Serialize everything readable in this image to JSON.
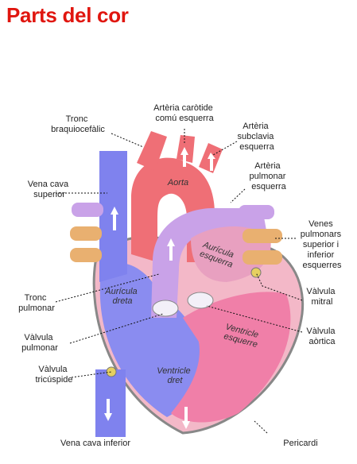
{
  "title": "Parts del cor",
  "labels": {
    "tronc_braquiocefalic": [
      "Tronc",
      "braquiocefàlic"
    ],
    "arteria_carotide": [
      "Artèria caròtide",
      "comú esquerra"
    ],
    "arteria_subclavia": [
      "Artèria",
      "subclavia",
      "esquerra"
    ],
    "vena_cava_superior": [
      "Vena cava",
      "superior"
    ],
    "arteria_pulmonar": [
      "Artèria",
      "pulmonar",
      "esquerra"
    ],
    "venes_pulmonars": [
      "Venes",
      "pulmonars",
      "superior i",
      "inferior",
      "esquerres"
    ],
    "tronc_pulmonar": [
      "Tronc",
      "pulmonar"
    ],
    "valvula_mitral": [
      "Vàlvula",
      "mitral"
    ],
    "valvula_pulmonar": [
      "Vàlvula",
      "pulmonar"
    ],
    "valvula_aortica": [
      "Vàlvula",
      "aòrtica"
    ],
    "valvula_tricuspide": [
      "Vàlvula",
      "tricúspide"
    ],
    "vena_cava_inferior": [
      "Vena cava inferior"
    ],
    "pericardi": [
      "Pericardi"
    ]
  },
  "inner_labels": {
    "aorta": [
      "Aorta"
    ],
    "auricula_esquerra": [
      "Aurícula",
      "esquerra"
    ],
    "auricula_dreta": [
      "Aurícula",
      "dreta"
    ],
    "ventricle_esquerre": [
      "Ventricle",
      "esquerre"
    ],
    "ventricle_dret": [
      "Ventricle",
      "dret"
    ]
  },
  "colors": {
    "title": "#e0160f",
    "deoxygenated": "#8a8cf0",
    "oxygenated": "#f07a80",
    "left_heart": "#f090b8",
    "pulmonary": "#c9a2e8",
    "pulmonary_veins": "#e9b070",
    "pericardium": "#888888"
  }
}
